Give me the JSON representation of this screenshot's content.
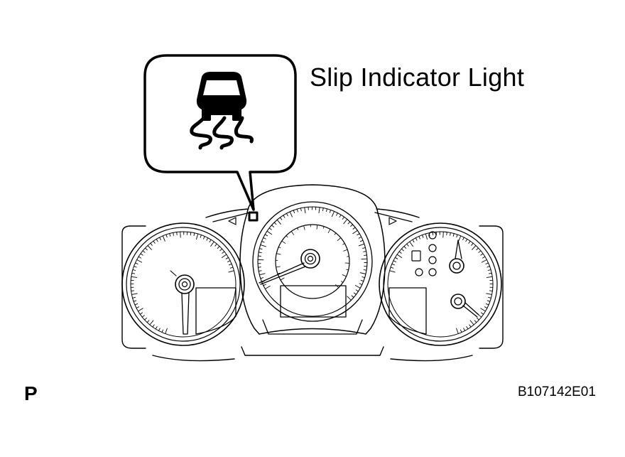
{
  "callout": {
    "label": "Slip Indicator Light"
  },
  "corner_letter": "P",
  "figure_code": "B107142E01",
  "icons": {
    "callout_symbol": "slip-indicator-icon"
  },
  "colors": {
    "line": "#000000",
    "background": "#ffffff"
  }
}
